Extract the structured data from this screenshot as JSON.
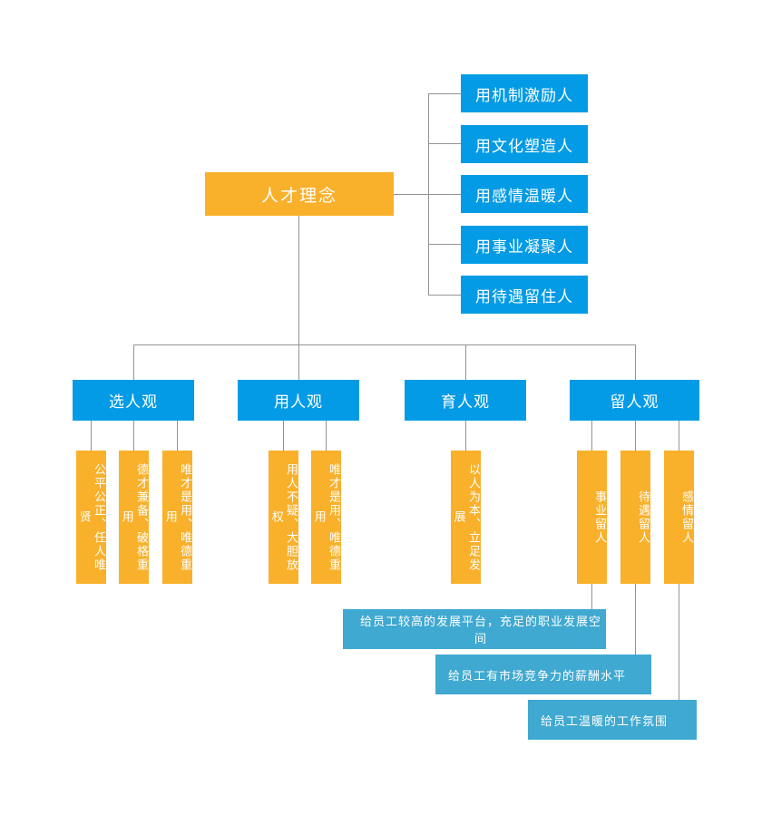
{
  "diagram": {
    "title": "人才理念组织结构图",
    "colors": {
      "blue": "#039be5",
      "orange": "#f9b02a",
      "teal": "#3fa9d1",
      "line": "#909497",
      "background": "#ffffff",
      "text": "#ffffff"
    },
    "root": {
      "label": "人才理念"
    },
    "principles": [
      {
        "label": "用机制激励人"
      },
      {
        "label": "用文化塑造人"
      },
      {
        "label": "用感情温暖人"
      },
      {
        "label": "用事业凝聚人"
      },
      {
        "label": "用待遇留住人"
      }
    ],
    "categories": [
      {
        "label": "选人观",
        "items": [
          {
            "label": "公平公正、任人唯贤"
          },
          {
            "label": "德才兼备、破格重用"
          },
          {
            "label": "唯才是用、唯德重用"
          }
        ]
      },
      {
        "label": "用人观",
        "items": [
          {
            "label": "用人不疑、大胆放权"
          },
          {
            "label": "唯才是用、唯德重用"
          }
        ]
      },
      {
        "label": "育人观",
        "items": [
          {
            "label": "以人为本、立足发展"
          }
        ]
      },
      {
        "label": "留人观",
        "items": [
          {
            "label": "事业留人"
          },
          {
            "label": "待遇留人"
          },
          {
            "label": "感情留人"
          }
        ]
      }
    ],
    "callouts": [
      {
        "label": "给员工较高的发展平台，充足的职业发展空间"
      },
      {
        "label": "给员工有市场竞争力的薪酬水平"
      },
      {
        "label": "给员工温暖的工作氛围"
      }
    ]
  }
}
